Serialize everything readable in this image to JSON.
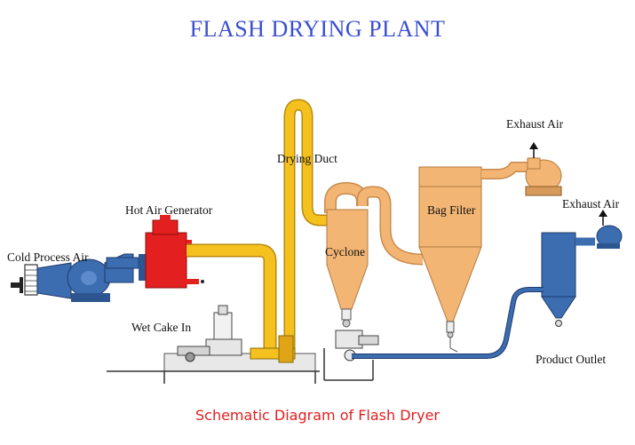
{
  "title": "FLASH DRYING PLANT",
  "caption": "Schematic Diagram of Flash Dryer",
  "labels": {
    "cold_process_air": "Cold Process Air",
    "hot_air_generator": "Hot Air Generator",
    "drying_duct": "Drying Duct",
    "cyclone": "Cyclone",
    "bag_filter": "Bag Filter",
    "exhaust_air_1": "Exhaust Air",
    "exhaust_air_2": "Exhaust Air",
    "wet_cake_in": "Wet Cake In",
    "product_outlet": "Product Outlet"
  },
  "colors": {
    "title": "#3a4fd0",
    "caption": "#e02020",
    "duct": "#f5c11e",
    "vessel": "#f2b574",
    "blower": "#3b6db0",
    "heater": "#e41f1f"
  }
}
